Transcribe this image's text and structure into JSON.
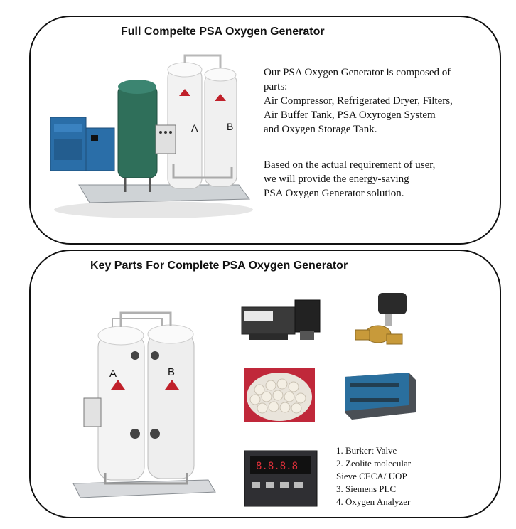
{
  "sections": {
    "overview": {
      "title": "Full Compelte PSA Oxygen Generator",
      "intro_lines": [
        "Our PSA Oxygen Generator is composed of",
        "parts:",
        "Air Compressor, Refrigerated Dryer, Filters,",
        "Air Buffer Tank, PSA Oxyrogen System",
        "and Oxygen Storage Tank."
      ],
      "solution_lines": [
        "Based on the actual requirement of user,",
        "we will  provide the energy-saving",
        "PSA Oxygen Generator solution."
      ],
      "tank_labels": [
        "A",
        "B"
      ]
    },
    "key_parts": {
      "title": "Key Parts For Complete PSA Oxygen Generator",
      "parts_list": [
        "1. Burkert  Valve",
        "2. Zeolite  molecular",
        "Sieve  CECA/ UOP",
        "3. Siemens  PLC",
        "4. Oxygen  Analyzer"
      ],
      "tank_labels": [
        "A",
        "B"
      ]
    }
  },
  "colors": {
    "border": "#111111",
    "tank_white": "#f2f2f2",
    "tank_green": "#2f6f5a",
    "compressor_blue": "#2a6ea8",
    "logo_red": "#c0202a",
    "brass": "#c89a3a",
    "plc_blue": "#2a6f9e",
    "display_red": "#e0303a"
  }
}
